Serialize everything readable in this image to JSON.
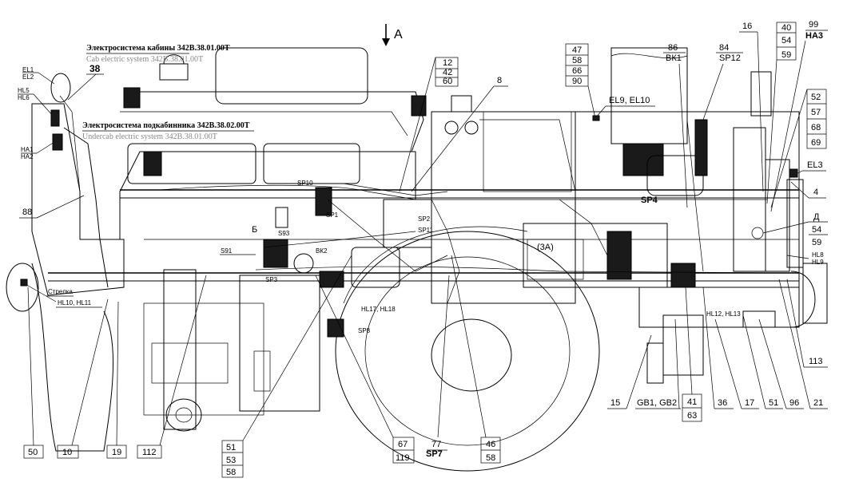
{
  "view_marker": "A",
  "cab_system": {
    "title_ru": "Электросистема кабины 342В.38.01.00Т",
    "title_en": "Cab electric system 342B.38.01.00T",
    "callout": "38"
  },
  "undercab_system": {
    "title_ru": "Электросистема подкабинника 342В.38.02.00Т",
    "title_en": "Undercab electric system 342B.38.01.00T"
  },
  "top_labels": {
    "g12": [
      "12",
      "42",
      "60"
    ],
    "l8": "8",
    "g47": [
      "47",
      "58",
      "66",
      "90"
    ],
    "el9": "EL9, EL10",
    "g86": [
      "86",
      "ВК1"
    ],
    "g84": [
      "84",
      "SP12"
    ],
    "l16": "16",
    "g40": [
      "40",
      "54",
      "59"
    ],
    "g99": [
      "99",
      "НА3"
    ]
  },
  "right_labels": {
    "g52": [
      "52",
      "57",
      "68",
      "69"
    ],
    "el3": "EL3",
    "l4": "4",
    "gD": [
      "Д",
      "54",
      "59"
    ],
    "hl8": [
      "HL8",
      "HL9"
    ],
    "l113": "113"
  },
  "left_labels": {
    "el": [
      "EL1",
      "EL2"
    ],
    "hl5": [
      "HL5",
      "HL6"
    ],
    "ha": [
      "HA1",
      "HA2"
    ],
    "l88": "88",
    "strelka": "Стрелка",
    "hl10": "HL10, HL11"
  },
  "bottom_labels": {
    "l50": "50",
    "l10": "10",
    "l19": "19",
    "l112": "112",
    "g51": [
      "51",
      "53",
      "58"
    ],
    "g67": [
      "67",
      "119"
    ],
    "g77": [
      "77",
      "SP7"
    ],
    "g46": [
      "46",
      "58"
    ],
    "l15": "15",
    "gb": "GB1, GB2",
    "g41": [
      "41",
      "63"
    ],
    "l36": "36",
    "l17": "17",
    "l51": "51",
    "l96": "96",
    "l21": "21"
  },
  "inner_labels": {
    "sp10": "SP10",
    "sp1": "SP1",
    "sp2": "SP2",
    "sp11": "SP11",
    "b": "Б",
    "s93": "S93",
    "s91": "S91",
    "vk2": "ВК2",
    "sp3": "SP3",
    "hl17": "HL17, HL18",
    "sp8": "SP8",
    "sp4": "SP4",
    "z3a": "(3А)",
    "hl12": "HL12, HL13"
  }
}
